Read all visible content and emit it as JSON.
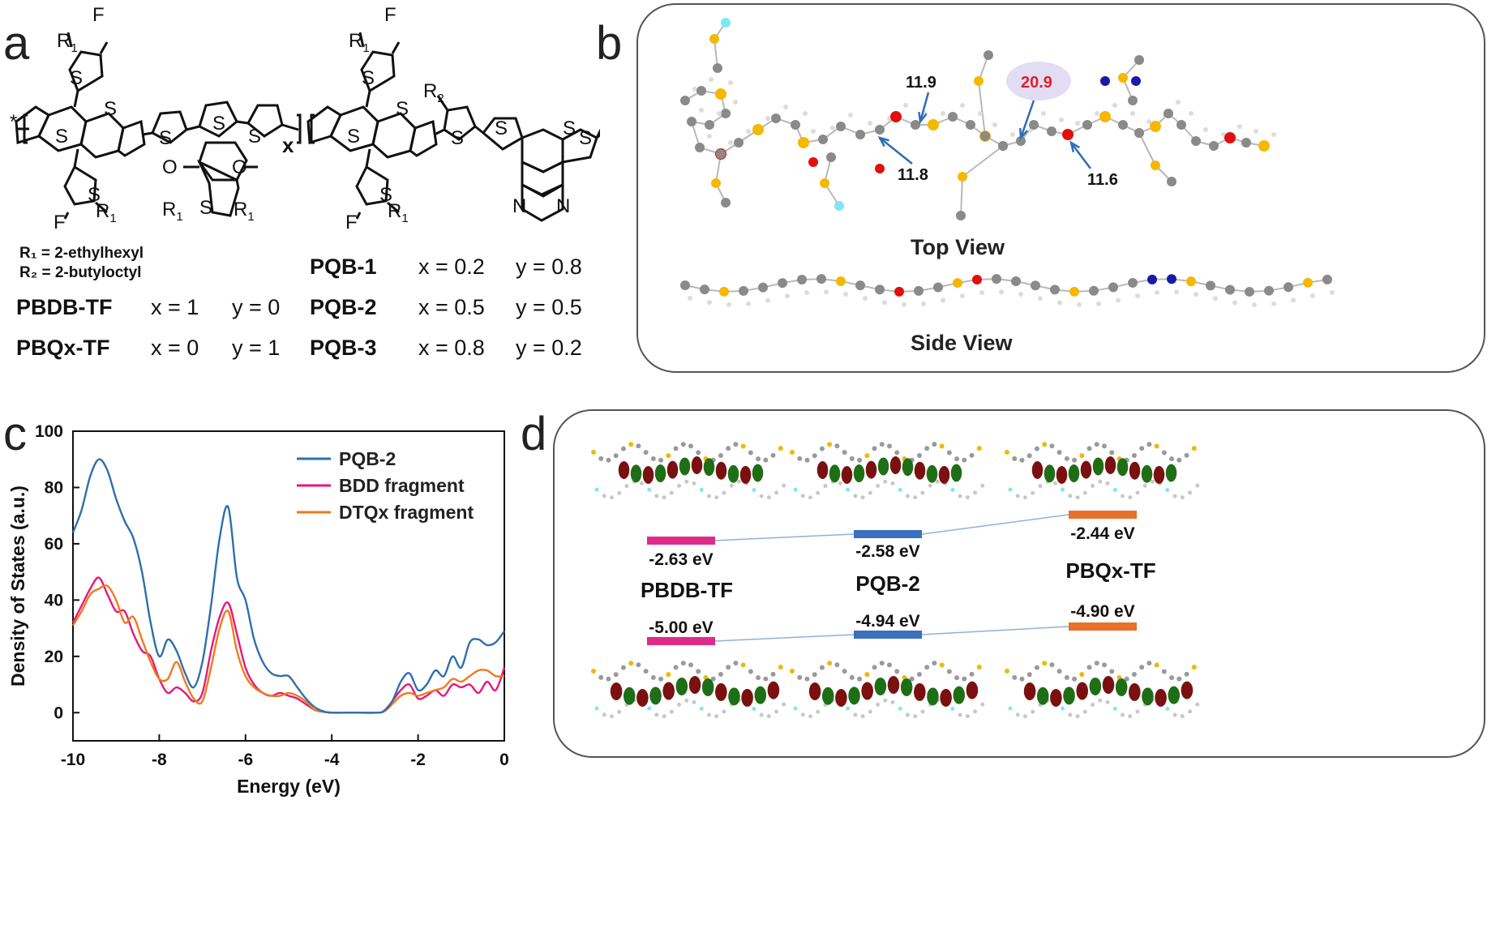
{
  "panels": {
    "a": "a",
    "b": "b",
    "c": "c",
    "d": "d"
  },
  "panel_a": {
    "atoms": {
      "S": "S",
      "F": "F",
      "O": "O",
      "N": "N",
      "R1": "R",
      "R1_sub": "1",
      "R2": "R",
      "R2_sub": "2",
      "x": "x",
      "y": "y",
      "star": "*"
    },
    "r1_def": "R₁ = 2-ethylhexyl",
    "r2_def": "R₂ = 2-butyloctyl",
    "rows": [
      {
        "name": "PBDB-TF",
        "x": "x = 1",
        "y": "y = 0"
      },
      {
        "name": "PBQx-TF",
        "x": "x = 0",
        "y": "y = 1"
      },
      {
        "name": "PQB-1",
        "x": "x = 0.2",
        "y": "y = 0.8"
      },
      {
        "name": "PQB-2",
        "x": "x = 0.5",
        "y": "y = 0.5"
      },
      {
        "name": "PQB-3",
        "x": "x = 0.8",
        "y": "y = 0.2"
      }
    ]
  },
  "panel_b": {
    "angles": [
      "11.9",
      "20.9",
      "11.8",
      "11.6"
    ],
    "top_view": "Top View",
    "side_view": "Side View",
    "colors": {
      "carbon": "#8a8a8a",
      "sulfur": "#f5b800",
      "oxygen": "#e01010",
      "nitrogen": "#1a1aa8",
      "fluorine": "#7ee8f0",
      "hydrogen": "#dcdcdc",
      "highlight": "#e2ddf3",
      "angle_red": "#e0202a",
      "arrow": "#2f6db3"
    }
  },
  "chart_data": {
    "type": "line",
    "title": "",
    "xlabel": "Energy (eV)",
    "ylabel": "Density of States (a.u.)",
    "xlim": [
      -10,
      0
    ],
    "ylim": [
      -10,
      100
    ],
    "xticks": [
      -10,
      -8,
      -6,
      -4,
      -2,
      0
    ],
    "yticks": [
      0,
      20,
      40,
      60,
      80,
      100
    ],
    "legend_position": "top-right",
    "x": [
      -10,
      -9.8,
      -9.6,
      -9.4,
      -9.2,
      -9.0,
      -8.8,
      -8.6,
      -8.4,
      -8.2,
      -8.0,
      -7.8,
      -7.6,
      -7.4,
      -7.2,
      -7.0,
      -6.8,
      -6.6,
      -6.4,
      -6.2,
      -6.0,
      -5.8,
      -5.6,
      -5.4,
      -5.2,
      -5.0,
      -4.8,
      -4.6,
      -4.4,
      -4.2,
      -4.0,
      -3.5,
      -3.0,
      -2.8,
      -2.6,
      -2.4,
      -2.2,
      -2.0,
      -1.8,
      -1.6,
      -1.4,
      -1.2,
      -1.0,
      -0.8,
      -0.6,
      -0.4,
      -0.2,
      0
    ],
    "series": [
      {
        "name": "PQB-2",
        "color": "#2f6fad",
        "values": [
          64,
          72,
          84,
          90,
          86,
          76,
          68,
          62,
          50,
          32,
          20,
          26,
          22,
          14,
          9,
          18,
          38,
          62,
          73,
          48,
          40,
          26,
          18,
          14,
          13,
          13,
          9,
          5,
          2,
          0.5,
          0,
          0,
          0,
          0.5,
          4,
          11,
          14,
          8,
          10,
          15,
          13,
          20,
          16,
          25,
          26,
          24,
          25,
          29
        ]
      },
      {
        "name": "BDD fragment",
        "color": "#e8187a",
        "values": [
          32,
          38,
          44,
          48,
          42,
          36,
          36,
          28,
          22,
          20,
          12,
          7,
          9,
          7,
          4,
          7,
          22,
          34,
          39,
          28,
          16,
          10,
          7,
          6,
          7,
          6,
          5,
          3,
          1,
          0.3,
          0,
          0,
          0,
          0.5,
          4,
          8,
          10,
          5,
          6,
          8,
          6,
          10,
          9,
          10,
          7,
          11,
          8,
          16
        ]
      },
      {
        "name": "DTQx fragment",
        "color": "#f07a1e",
        "values": [
          31,
          36,
          42,
          44,
          45,
          40,
          32,
          34,
          26,
          18,
          12,
          12,
          18,
          11,
          5,
          4,
          16,
          30,
          36,
          22,
          13,
          9,
          7,
          6,
          6,
          7,
          6,
          4,
          1,
          0.3,
          0,
          0,
          0,
          0.3,
          3,
          6,
          7,
          6,
          7,
          8,
          9,
          12,
          11,
          13,
          15,
          15,
          13,
          13
        ]
      }
    ]
  },
  "panel_d": {
    "polymers": [
      {
        "name": "PBDB-TF",
        "lumo": "-2.63 eV",
        "homo": "-5.00 eV",
        "color": "#e02a8a"
      },
      {
        "name": "PQB-2",
        "lumo": "-2.58 eV",
        "homo": "-4.94 eV",
        "color": "#3b6fc0"
      },
      {
        "name": "PBQx-TF",
        "lumo": "-2.44 eV",
        "homo": "-4.90 eV",
        "color": "#e8702a"
      }
    ],
    "colors": {
      "lobe_red": "#7a1010",
      "lobe_green": "#1e6e16",
      "connector": "#8fb1d9"
    }
  }
}
